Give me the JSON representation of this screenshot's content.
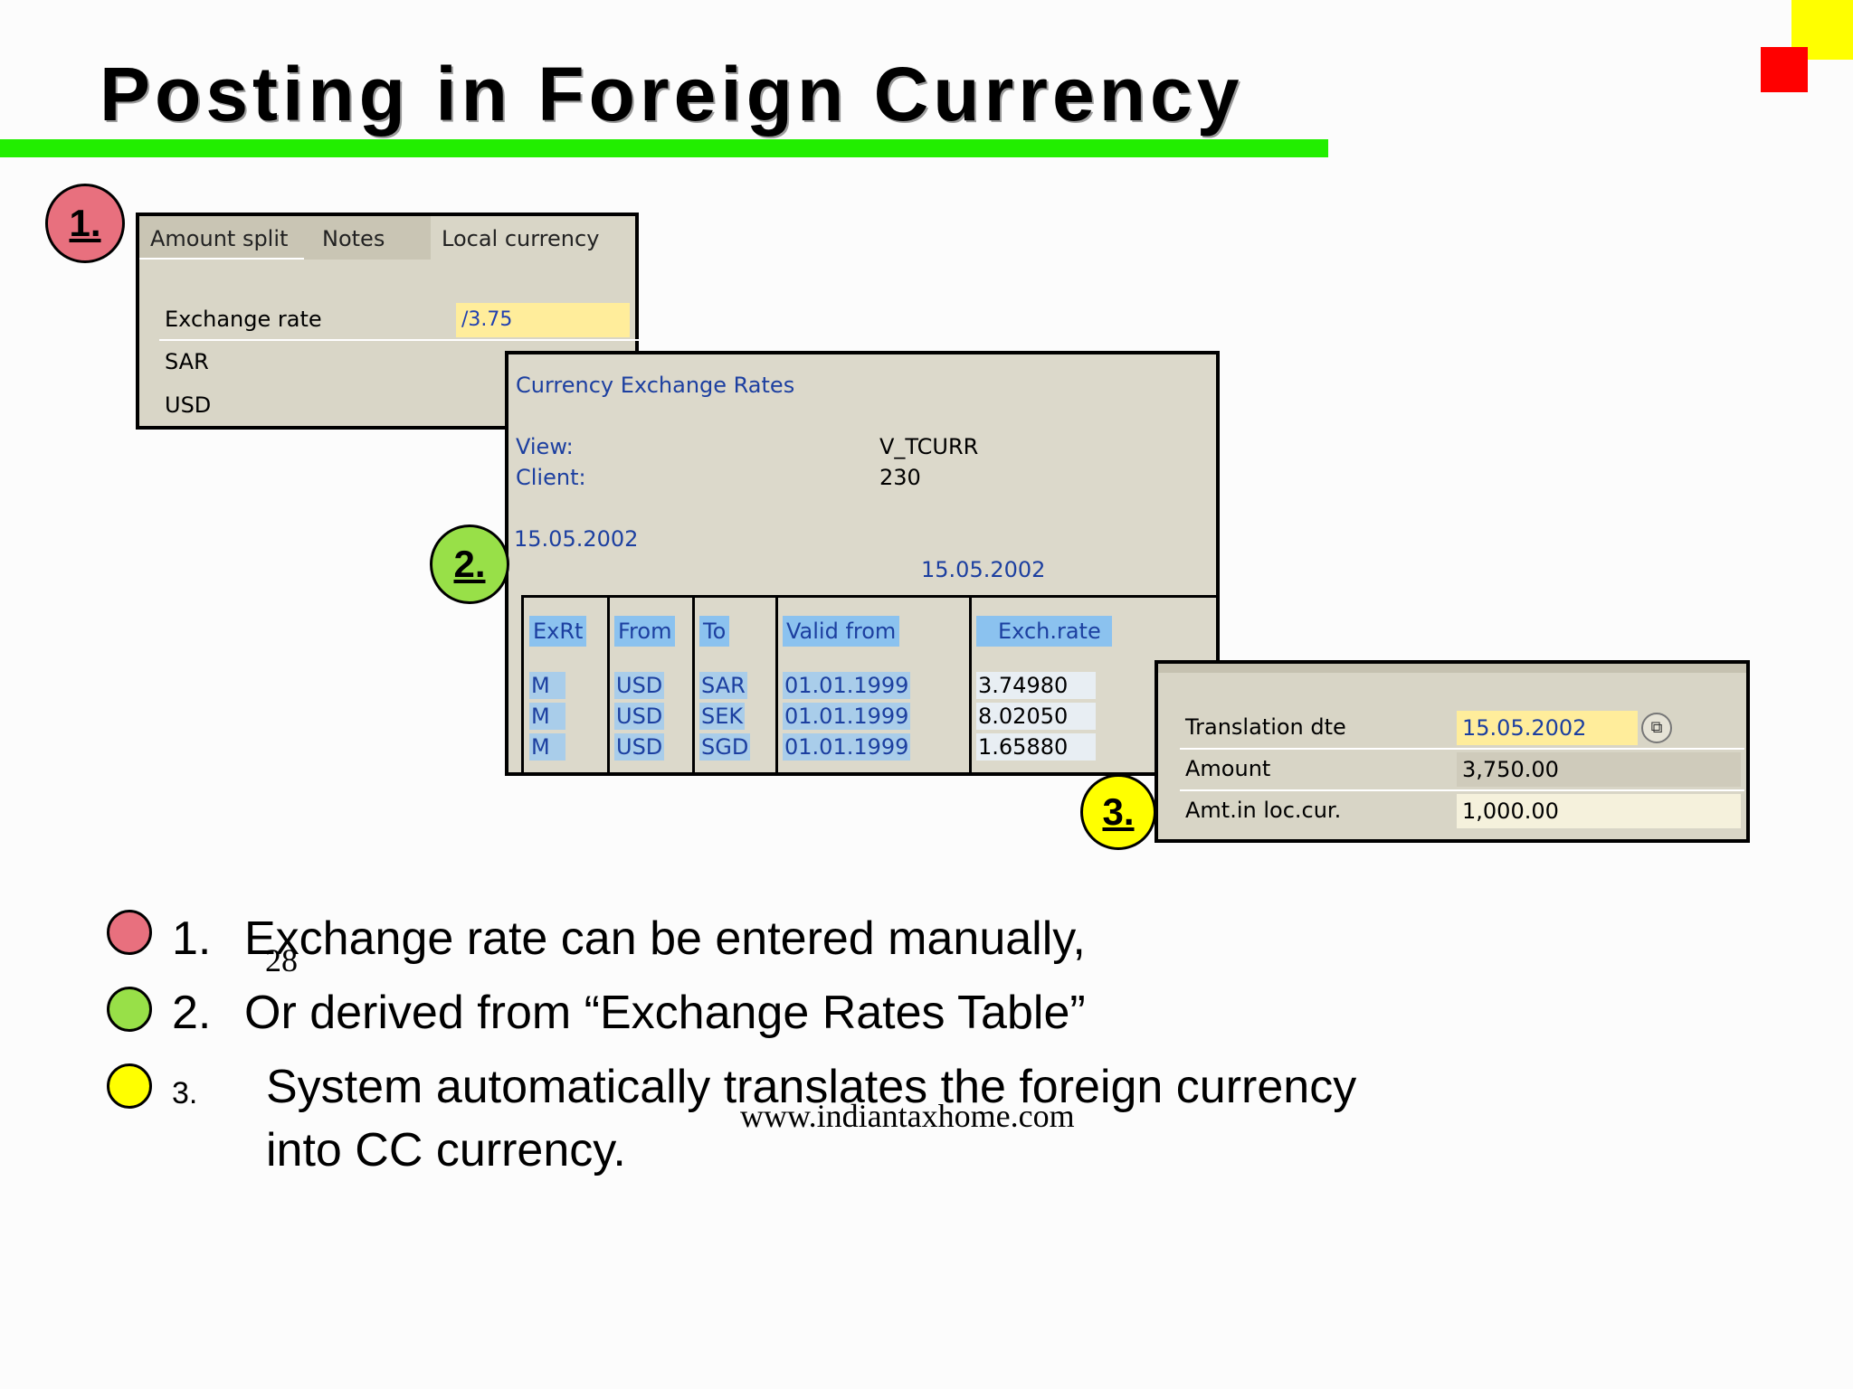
{
  "slide": {
    "title": "Posting in Foreign Currency",
    "page_number": "28",
    "footer": "www.indiantaxhome.com"
  },
  "badges": [
    "1.",
    "2.",
    "3."
  ],
  "panel1": {
    "tabs": [
      "Amount split",
      "Notes",
      "Local currency"
    ],
    "exchange_rate_label": "Exchange rate",
    "exchange_rate_value": "/3.75",
    "currencies": [
      "SAR",
      "USD"
    ]
  },
  "panel2": {
    "title": "Currency Exchange Rates",
    "view_label": "View:",
    "view_value": "V_TCURR",
    "client_label": "Client:",
    "client_value": "230",
    "date1": "15.05.2002",
    "date2": "15.05.2002",
    "table": {
      "headers": [
        "ExRt",
        "From",
        "To",
        "Valid from",
        "Exch.rate"
      ],
      "rows": [
        [
          "M",
          "USD",
          "SAR",
          "01.01.1999",
          "3.74980"
        ],
        [
          "M",
          "USD",
          "SEK",
          "01.01.1999",
          "8.02050"
        ],
        [
          "M",
          "USD",
          "SGD",
          "01.01.1999",
          "1.65880"
        ]
      ]
    }
  },
  "panel3": {
    "translation_date_label": "Translation dte",
    "translation_date_value": "15.05.2002",
    "amount_label": "Amount",
    "amount_value": "3,750.00",
    "amt_loc_label": "Amt.in loc.cur.",
    "amt_loc_value": "1,000.00"
  },
  "bullets": [
    {
      "number": "1.",
      "text": "Exchange rate can be entered manually,"
    },
    {
      "number": "2.",
      "text": "Or derived from “Exchange Rates Table”"
    },
    {
      "number": "3.",
      "line1": "System automatically translates the foreign currency",
      "line2": "into CC currency."
    }
  ],
  "colors": {
    "title_rule": "#22ee00",
    "badge_1": "#e8707e",
    "badge_2": "#98e048",
    "badge_3": "#ffff00",
    "sap_panel": "#d8d5c6",
    "input_highlight": "#ffed9b",
    "table_header": "#8bc2ef",
    "sap_blue_text": "#1c3fa0"
  }
}
